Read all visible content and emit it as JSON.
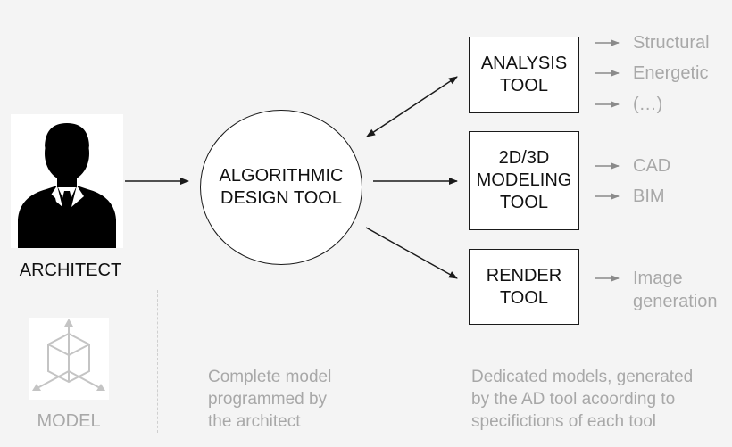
{
  "architect": {
    "label": "ARCHITECT"
  },
  "center": {
    "line1": "ALGORITHMIC",
    "line2": "DESIGN TOOL"
  },
  "tools": {
    "analysis": {
      "line1": "ANALYSIS",
      "line2": "TOOL",
      "outputs": [
        "Structural",
        "Energetic",
        "(…)"
      ]
    },
    "modeling": {
      "line1": "2D/3D",
      "line2": "MODELING",
      "line3": "TOOL",
      "outputs": [
        "CAD",
        "BIM"
      ]
    },
    "render": {
      "line1": "RENDER",
      "line2": "TOOL",
      "outputs_line1": "Image",
      "outputs_line2": "generation"
    }
  },
  "model": {
    "label": "MODEL"
  },
  "captions": {
    "middle": [
      "Complete model",
      "programmed by",
      "the architect"
    ],
    "right": [
      "Dedicated models, generated",
      "by the AD tool acoording to",
      "specifictions of each tool"
    ]
  },
  "colors": {
    "stroke": "#1a1a1a",
    "muted": "#a8a8a8",
    "background": "#f4f4f4"
  },
  "icons": [
    "architect-silhouette-icon",
    "model-cube-icon"
  ]
}
